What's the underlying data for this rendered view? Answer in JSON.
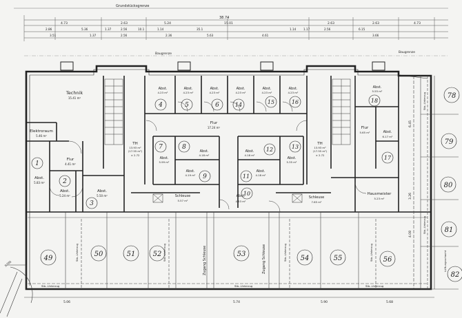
{
  "header": {
    "title": "Grundstücksgrenze"
  },
  "dimensions": {
    "total": "38.74",
    "row1": [
      "4.73",
      "2.63",
      "5.24",
      "15.01",
      "2.63",
      "2.63",
      "4.73"
    ],
    "row2": [
      "2.86",
      "5.36",
      "1.37",
      "2.56",
      "10.1",
      "1.14",
      "35.1",
      "1.14",
      "1.17",
      "2.56",
      "6.15"
    ],
    "row3": [
      "3.51",
      "1.37",
      "2.56",
      "2.36",
      "5.63",
      "4.61",
      "3.66"
    ],
    "bottom": [
      "5.06",
      "5.74",
      "5.90",
      "5.68"
    ],
    "side": [
      "6.45",
      "3.26",
      "4.08"
    ],
    "left_corner": "3.785"
  },
  "boundary_labels": [
    "Baugrenze",
    "Baugrenze"
  ],
  "rooms": {
    "technik": {
      "name": "Technik",
      "area": "15.41 m²"
    },
    "elektro": {
      "name": "Elektroraum",
      "area": "5.46 m²"
    },
    "flur_left": {
      "name": "Flur",
      "area": "4.41 m²"
    },
    "abst_1": {
      "name": "Abst.",
      "area": "5.83 m²"
    },
    "abst_2": {
      "name": "Abst.",
      "area": "5.24 m²"
    },
    "abst_3": {
      "name": "Abst.",
      "area": "5.50 m²"
    },
    "th_left": {
      "name": "TH",
      "area": "13.93 m²",
      "area2": "(17.55 m²)",
      "level": "± 2.72"
    },
    "flur_center": {
      "name": "Flur",
      "area": "17.24 m²"
    },
    "abst_4": {
      "name": "Abst.",
      "area": "4.23 m²"
    },
    "abst_5": {
      "name": "Abst.",
      "area": "4.23 m²"
    },
    "abst_6": {
      "name": "Abst.",
      "area": "4.23 m²"
    },
    "abst_14": {
      "name": "Abst.",
      "area": "4.23 m²"
    },
    "abst_15": {
      "name": "Abst.",
      "area": "4.23 m²"
    },
    "abst_16": {
      "name": "Abst.",
      "area": "4.23 m²"
    },
    "abst_7": {
      "name": "Abst.",
      "area": "5.99 m²"
    },
    "abst_8": {
      "name": "Abst.",
      "area": "4.18 m²"
    },
    "abst_9": {
      "name": "Abst.",
      "area": "4.19 m²"
    },
    "abst_10": {
      "name": "Abst.",
      "area": "4.53 m²"
    },
    "abst_11": {
      "name": "Abst.",
      "area": "4.18 m²"
    },
    "abst_12": {
      "name": "Abst.",
      "area": "4.18 m²"
    },
    "abst_13": {
      "name": "Abst.",
      "area": "5.35 m²"
    },
    "schleuse_left": {
      "name": "Schleuse",
      "area": "5.57 m²"
    },
    "schleuse_right": {
      "name": "Schleuse",
      "area": "7.65 m²"
    },
    "th_right": {
      "name": "TH",
      "area": "13.93 m²",
      "area2": "(17.55 m²)",
      "level": "± 2.72"
    },
    "abst_18": {
      "name": "Abst.",
      "area": "5.55 m²"
    },
    "flur_right": {
      "name": "Flur",
      "area": "5.65 m²"
    },
    "abst_17": {
      "name": "Abst.",
      "area": "6.17 m²"
    },
    "hausmeister": {
      "name": "Hausmeister",
      "area": "5.23 m²"
    }
  },
  "numbers": {
    "n1": "1",
    "n2": "2",
    "n3": "3",
    "n4": "4",
    "n5": "5",
    "n6": "6",
    "n7": "7",
    "n8": "8",
    "n9": "9",
    "n10": "10",
    "n11": "11",
    "n12": "12",
    "n13": "13",
    "n14": "14",
    "n15": "15",
    "n16": "16",
    "n17": "17",
    "n18": "18",
    "n49": "49",
    "n50": "50",
    "n51": "51",
    "n52": "52",
    "n53": "53",
    "n54": "54",
    "n55": "55",
    "n56": "56",
    "n78": "78",
    "n79": "79",
    "n80": "80",
    "n81": "81",
    "n82": "82"
  },
  "corridor_labels": {
    "zugang_left": "Zugang Schleuse",
    "zugang_right": "Zugang Schleuse",
    "unterzug": "Stb.-Unterzug"
  },
  "corner": {
    "label": "Lüftungsschacht"
  }
}
